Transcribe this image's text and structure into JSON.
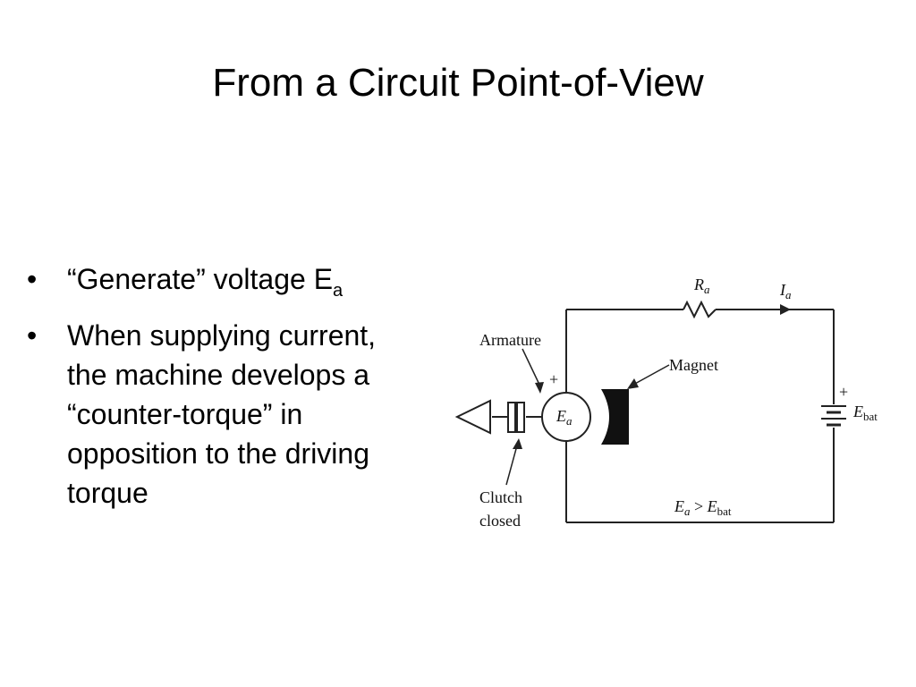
{
  "title": "From a Circuit Point-of-View",
  "bullets": [
    {
      "text": "“Generate” voltage E",
      "subscript": "a"
    },
    {
      "text": "When supplying current, the machine develops a “counter-torque” in opposition to the driving torque"
    }
  ],
  "diagram": {
    "ra": "R",
    "ra_sub": "a",
    "ia": "I",
    "ia_sub": "a",
    "armature": "Armature",
    "magnet": "Magnet",
    "ea": "E",
    "ea_sub": "a",
    "plus": "+",
    "ebat": "E",
    "ebat_sub": "bat",
    "clutch_line1": "Clutch",
    "clutch_line2": "closed",
    "condition_e": "E",
    "condition_a": "a",
    "condition_gt": " > ",
    "condition_e2": "E",
    "condition_bat": "bat"
  }
}
